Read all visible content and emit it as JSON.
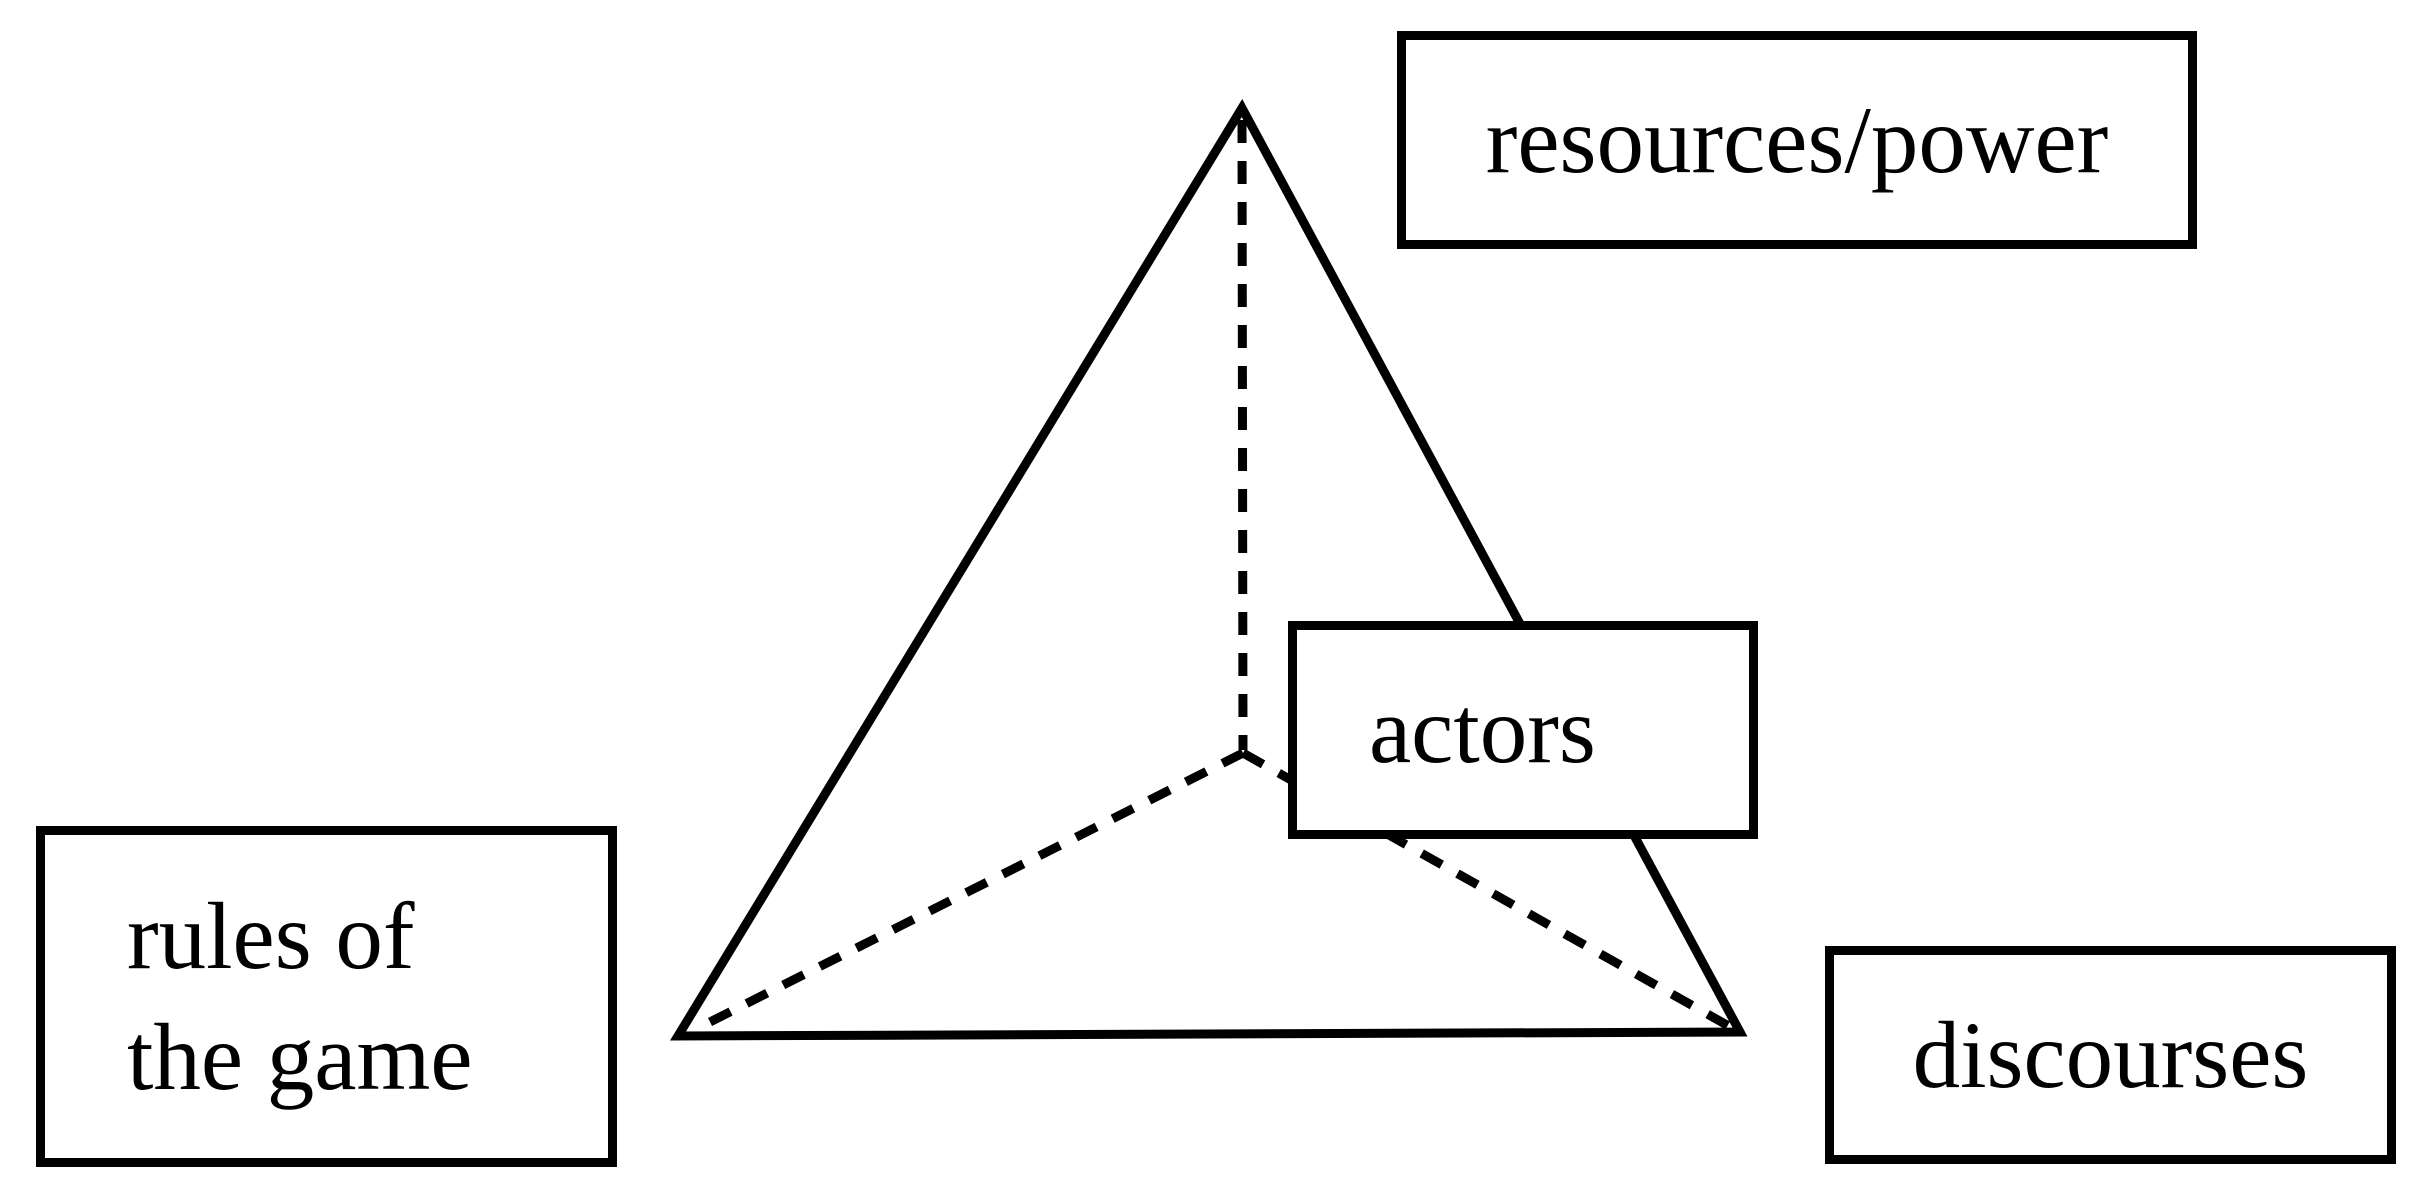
{
  "diagram": {
    "type": "tetrahedron-governance-diagram",
    "colors": {
      "line": "#000000",
      "background": "#ffffff",
      "text": "#000000"
    },
    "boxes": {
      "resources_power": {
        "label": "resources/power"
      },
      "actors": {
        "label": "actors"
      },
      "rules_of_the_game": {
        "line1": "rules of",
        "line2": "the game"
      },
      "discourses": {
        "label": "discourses"
      }
    }
  }
}
